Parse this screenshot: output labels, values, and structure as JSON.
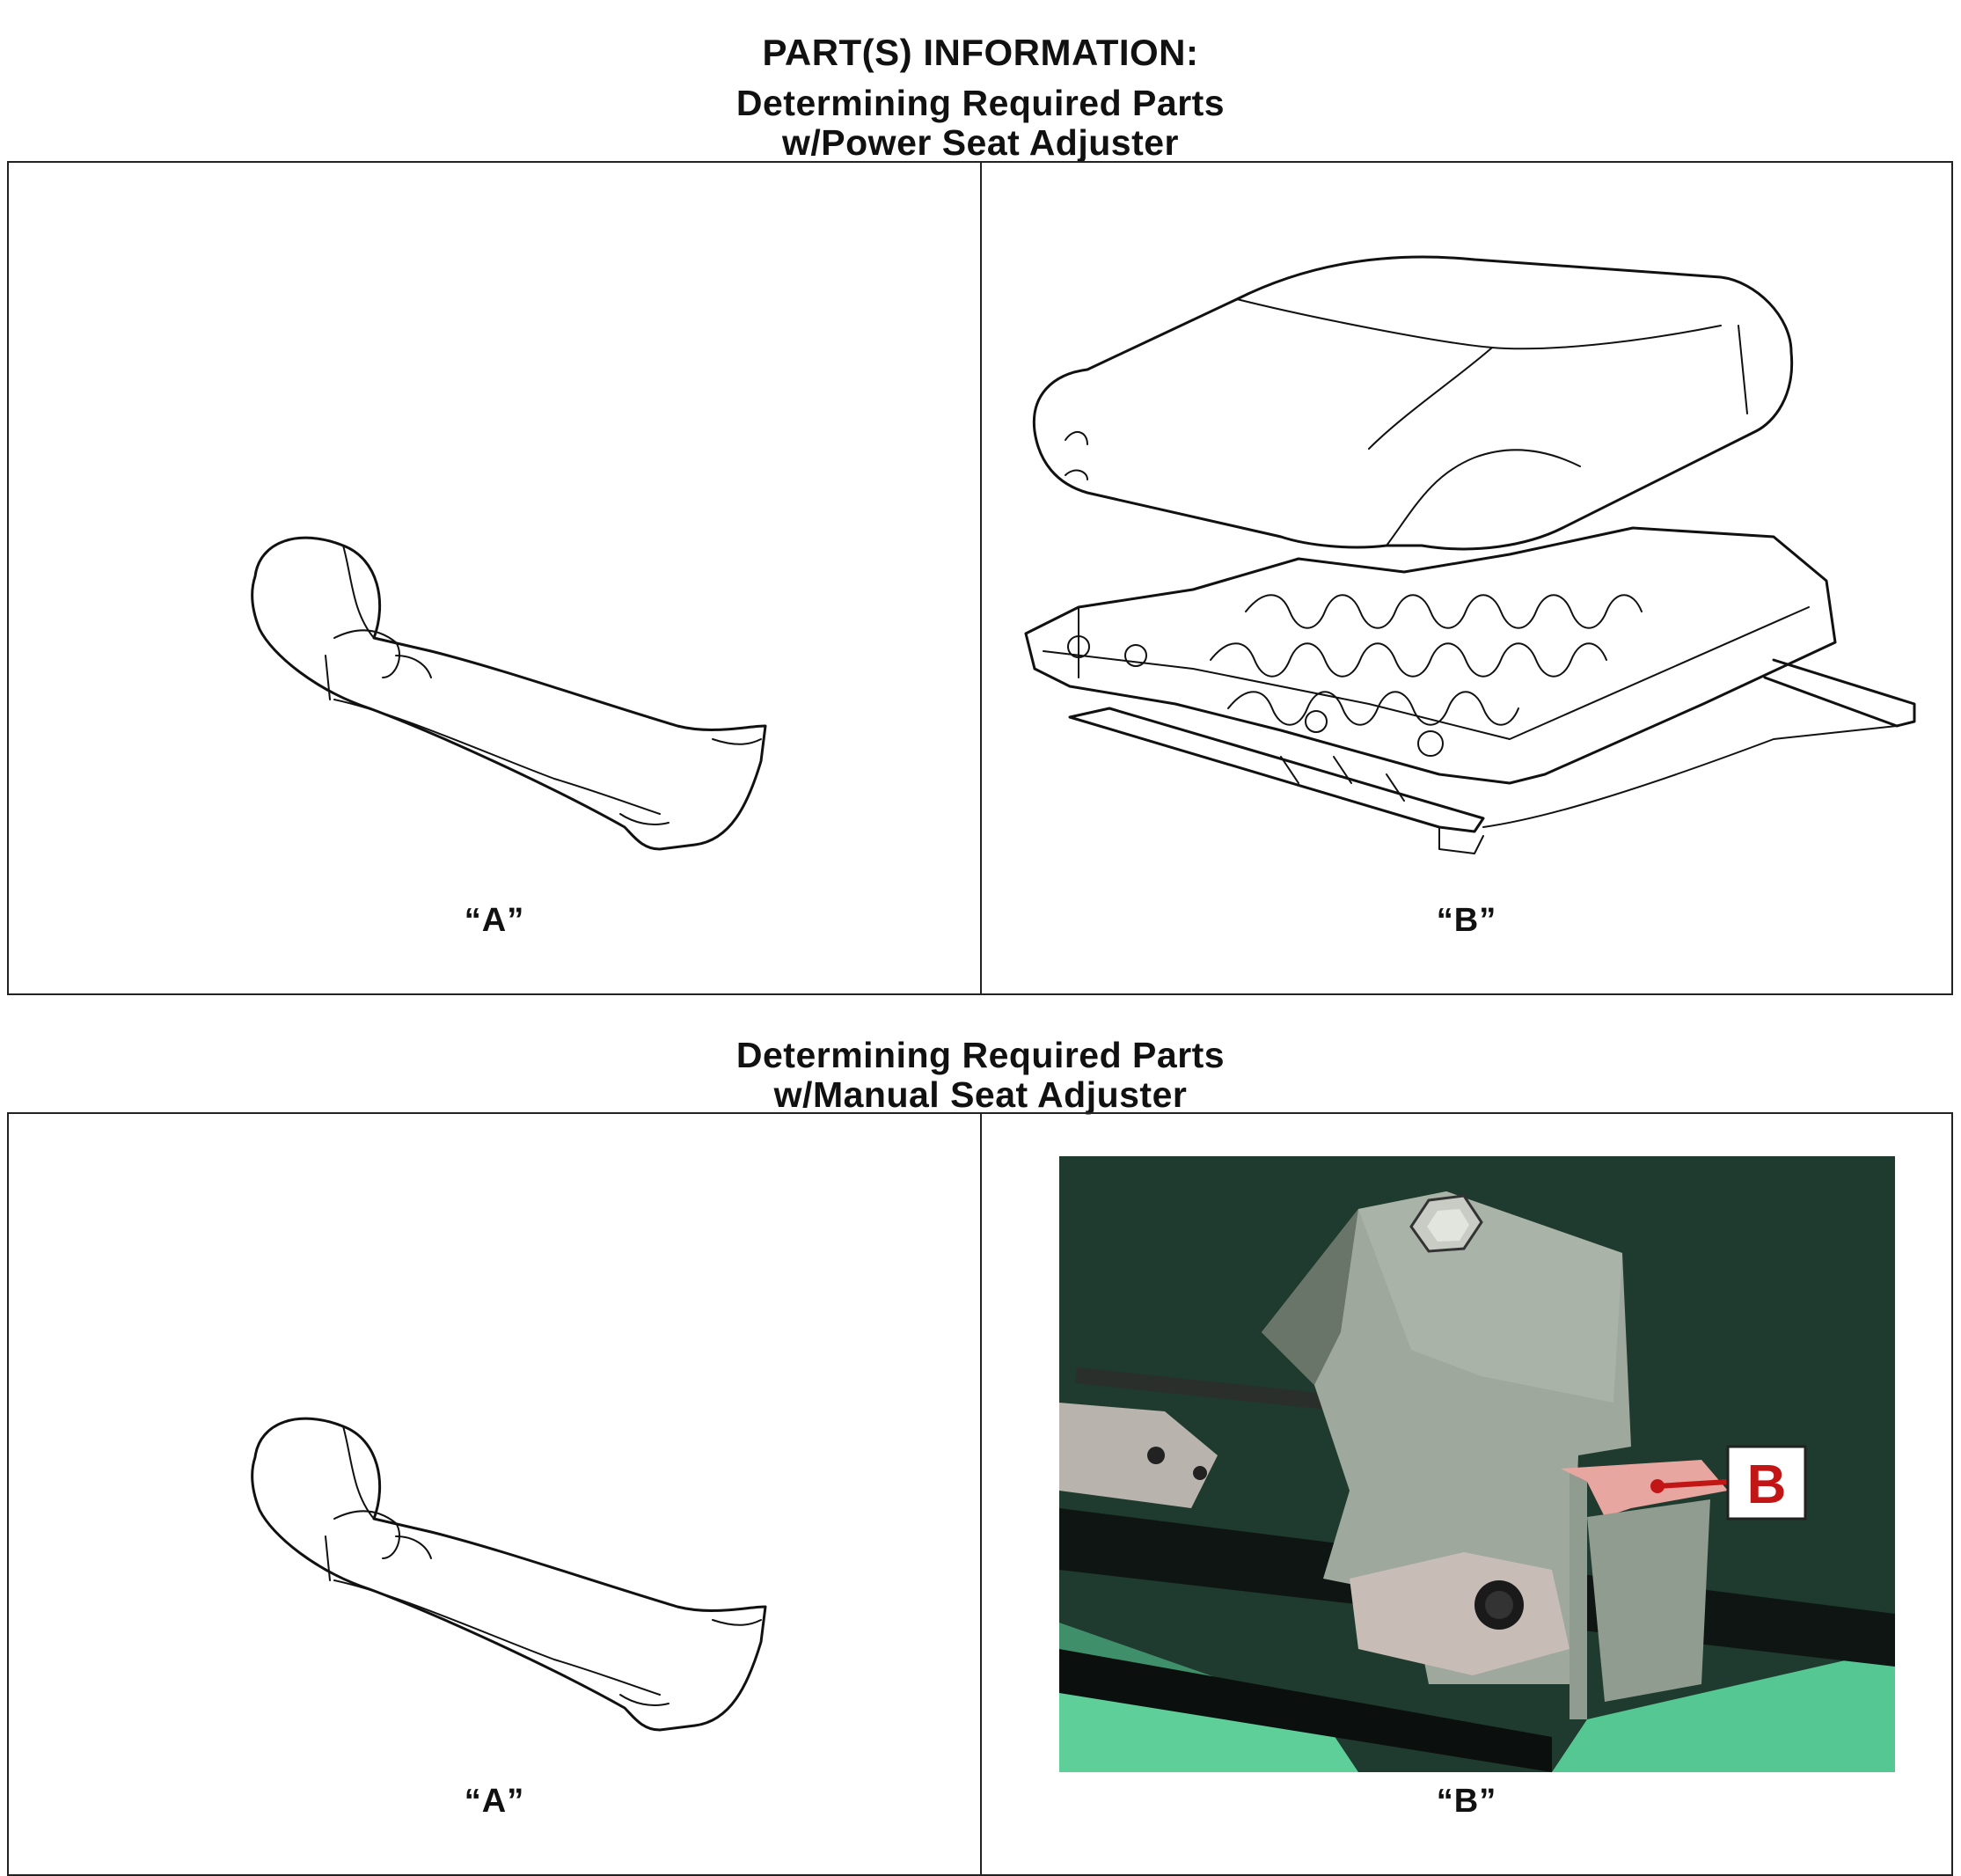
{
  "document": {
    "title": "PART(S) INFORMATION:",
    "sections": [
      {
        "heading_line1": "Determining Required Parts",
        "heading_line2": "w/Power Seat Adjuster",
        "left_label": "“A”",
        "right_label": "“B”"
      },
      {
        "heading_line1": "Determining Required Parts",
        "heading_line2": "w/Manual Seat Adjuster",
        "left_label": "“A”",
        "right_label": "“B”",
        "photo_callout": "B"
      }
    ]
  },
  "colors": {
    "callout": "#c21616",
    "photo_background": "#1f3a2e",
    "floor_green": "#5fcf9a"
  }
}
